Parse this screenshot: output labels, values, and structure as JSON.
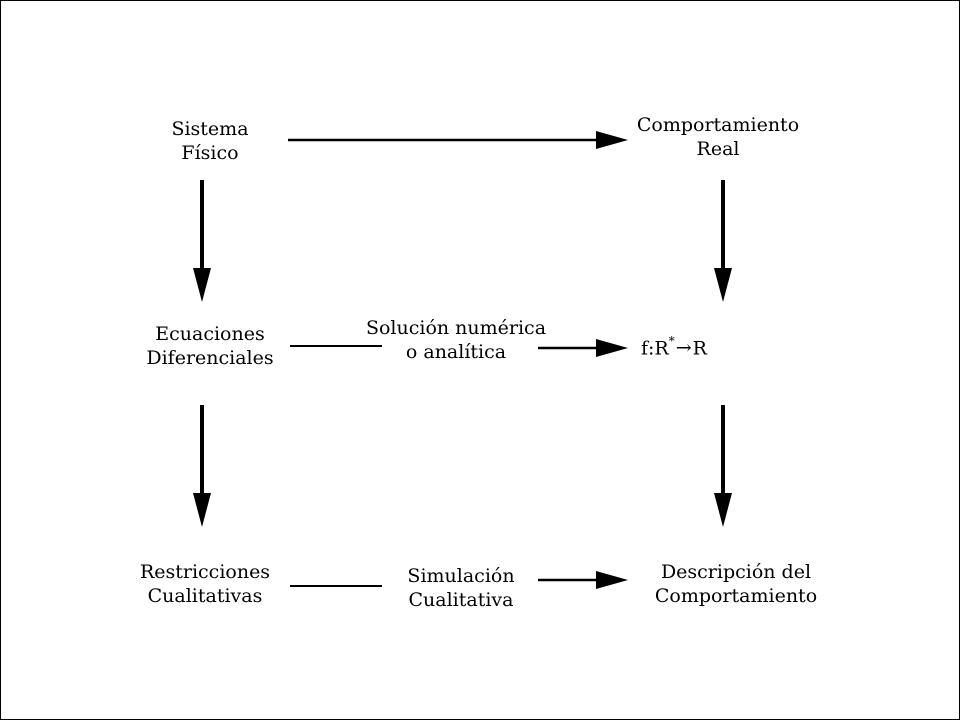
{
  "diagram": {
    "nodes": {
      "sistema_fisico": [
        "Sistema",
        "Físico"
      ],
      "comportamiento_real": [
        "Comportamiento",
        "Real"
      ],
      "ecuaciones": [
        "Ecuaciones",
        "Diferenciales"
      ],
      "solucion": [
        "Solución numérica",
        "o analítica"
      ],
      "funcion": {
        "lhs": "f:R",
        "sup": "*",
        "arrow": "→",
        "rhs": "R"
      },
      "restricciones": [
        "Restricciones",
        "Cualitativas"
      ],
      "simulacion": [
        "Simulación",
        "Cualitativa"
      ],
      "descripcion": [
        "Descripción del",
        "Comportamiento"
      ]
    },
    "edges": [
      {
        "from": "sistema_fisico",
        "to": "comportamiento_real"
      },
      {
        "from": "sistema_fisico",
        "to": "ecuaciones"
      },
      {
        "from": "comportamiento_real",
        "to": "funcion"
      },
      {
        "from": "ecuaciones",
        "to": "funcion",
        "label": "solucion"
      },
      {
        "from": "ecuaciones",
        "to": "restricciones"
      },
      {
        "from": "funcion",
        "to": "descripcion"
      },
      {
        "from": "restricciones",
        "to": "descripcion",
        "label": "simulacion"
      }
    ],
    "stroke_color": "#000000"
  }
}
